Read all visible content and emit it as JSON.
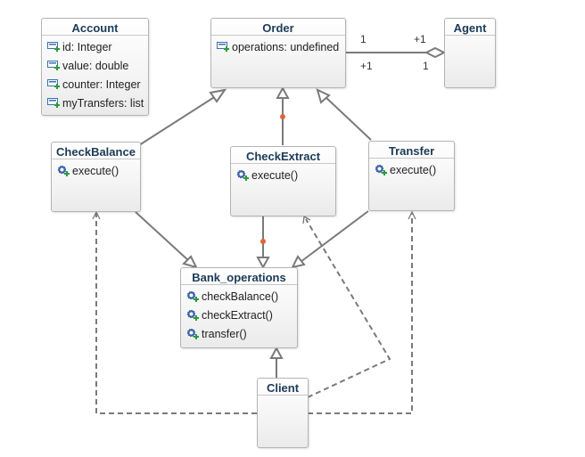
{
  "classes": {
    "account": {
      "name": "Account",
      "members": [
        "id: Integer",
        "value: double",
        "counter: Integer",
        "myTransfers: list"
      ]
    },
    "order": {
      "name": "Order",
      "members": [
        "operations: undefined"
      ]
    },
    "agent": {
      "name": "Agent",
      "members": []
    },
    "check_balance": {
      "name": "CheckBalance",
      "members": [
        "execute()"
      ]
    },
    "check_extract": {
      "name": "CheckExtract",
      "members": [
        "execute()"
      ]
    },
    "transfer": {
      "name": "Transfer",
      "members": [
        "execute()"
      ]
    },
    "bank_operations": {
      "name": "Bank_operations",
      "members": [
        "checkBalance()",
        "checkExtract()",
        "transfer()"
      ]
    },
    "client": {
      "name": "Client",
      "members": []
    }
  },
  "multiplicities": {
    "order_end_top": "1",
    "agent_end_top": "+1",
    "order_end_bottom": "+1",
    "agent_end_bottom": "1"
  },
  "colors": {
    "edge": "#777777",
    "dot": "#e0643c",
    "title": "#1c3a57",
    "attribute_icon": "#3a6fb0",
    "operation_icon": "#3b63a8",
    "plus": "#2a9a3a"
  },
  "icons": {
    "attribute": "field-icon",
    "operation": "method-icon"
  }
}
